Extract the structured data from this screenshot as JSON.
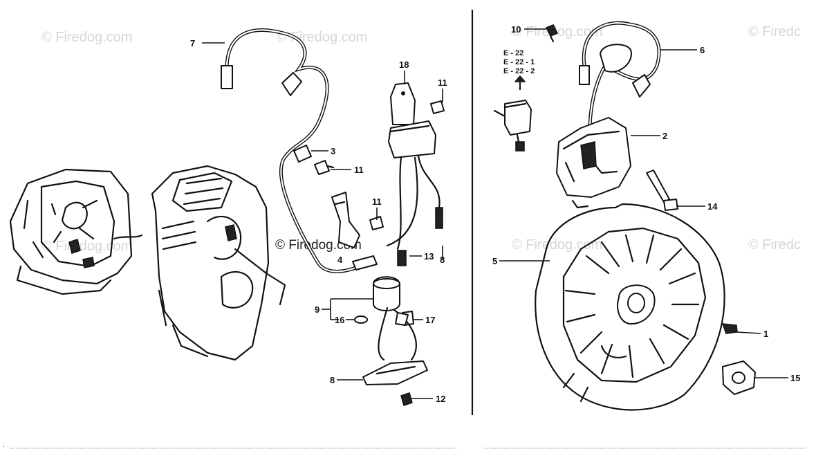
{
  "watermarks": {
    "tl": "© Firedog.com",
    "tc": "© Firedog.com",
    "tr1": "© Firedog.com",
    "tr2": "© Firedc",
    "ml": "© Firedog.com",
    "center": "© Firedog.com",
    "mr1": "© Firedog.com",
    "mr2": "© Firedc"
  },
  "refs": {
    "r1": "E - 22",
    "r2": "E - 22 - 1",
    "r3": "E - 22 - 2"
  },
  "callouts": {
    "c1": "1",
    "c2": "2",
    "c3": "3",
    "c4": "4",
    "c5": "5",
    "c6": "6",
    "c7": "7",
    "c8": "8",
    "c9": "9",
    "c10": "10",
    "c11a": "11",
    "c11b": "11",
    "c11c": "11",
    "c12": "12",
    "c13": "13",
    "c14": "14",
    "c15": "15",
    "c16": "16",
    "c17": "17",
    "c18": "18"
  },
  "colors": {
    "ink": "#111111",
    "watermark": "#d6d6d6"
  }
}
